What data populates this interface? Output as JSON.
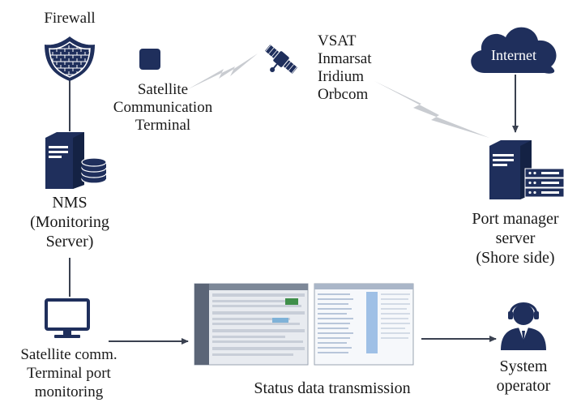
{
  "nodes": {
    "firewall": {
      "label": "Firewall"
    },
    "satellite_terminal": {
      "lines": [
        "Satellite",
        "Communication",
        "Terminal"
      ]
    },
    "satellite_systems": {
      "lines": [
        "VSAT",
        "Inmarsat",
        "Iridium",
        "Orbcom"
      ]
    },
    "internet": {
      "label": "Internet"
    },
    "nms": {
      "lines": [
        "NMS",
        "(Monitoring",
        "Server)"
      ]
    },
    "port_manager": {
      "lines": [
        "Port manager",
        "server",
        "(Shore side)"
      ]
    },
    "monitoring_terminal": {
      "lines": [
        "Satellite comm.",
        "Terminal port",
        "monitoring"
      ]
    },
    "status_transmission": {
      "label": "Status data transmission"
    },
    "system_operator": {
      "lines": [
        "System",
        "operator"
      ]
    }
  },
  "colors": {
    "icon_navy": "#1f2f5c",
    "icon_navy_dark": "#142244",
    "line_dark": "#3a4150",
    "lightning_gray": "#c9ccd1"
  },
  "icons": {
    "firewall": "shield-icon",
    "satellite_terminal": "square-terminal-icon",
    "satellite": "satellite-icon",
    "internet": "cloud-icon",
    "nms": "server-database-icon",
    "port_manager": "server-rack-icon",
    "monitor": "monitor-icon",
    "operator": "user-headset-icon",
    "screenshots": "screenshot-thumbnail-icon"
  }
}
